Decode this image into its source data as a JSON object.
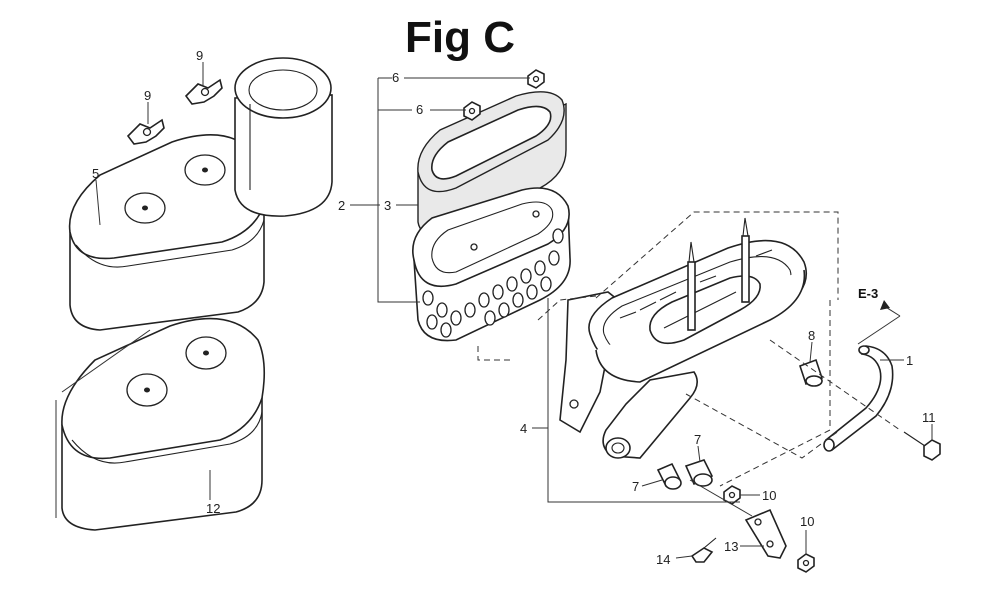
{
  "title": "Fig C",
  "ref_label": "E-3",
  "callouts": {
    "c1": "1",
    "c2": "2",
    "c3": "3",
    "c4": "4",
    "c5": "5",
    "c6a": "6",
    "c6b": "6",
    "c7a": "7",
    "c7b": "7",
    "c8": "8",
    "c9a": "9",
    "c9b": "9",
    "c10a": "10",
    "c10b": "10",
    "c11": "11",
    "c12": "12",
    "c13": "13",
    "c14": "14"
  }
}
